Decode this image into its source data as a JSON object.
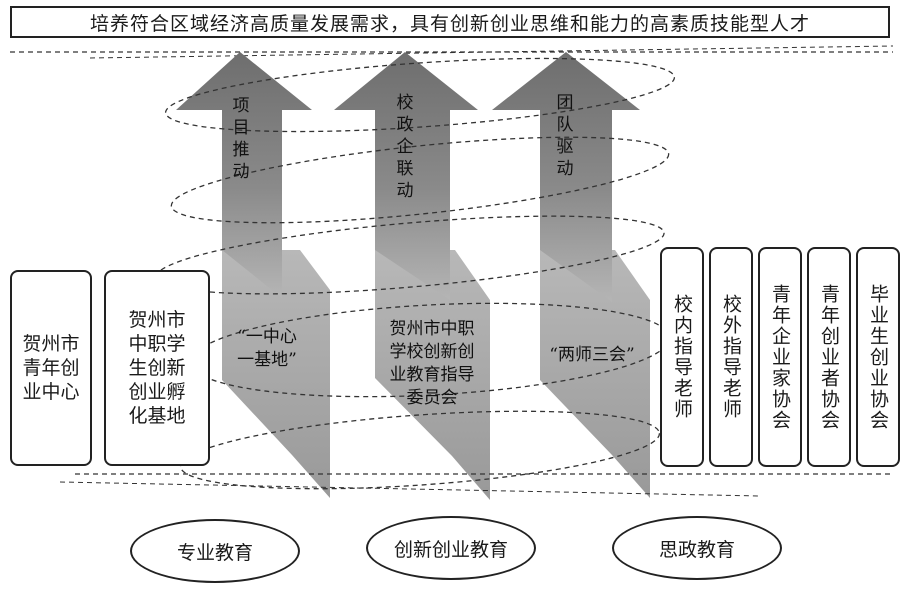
{
  "title": "培养符合区域经济高质量发展需求，具有创新创业思维和能力的高素质技能型人才",
  "arrows": [
    {
      "label": "项\n目\n推\n动"
    },
    {
      "label": "校\n政\n企\n联\n动"
    },
    {
      "label": "团\n队\n驱\n动"
    }
  ],
  "mid_labels": [
    {
      "text": "“一中心\n一基地”"
    },
    {
      "text": "贺州市中职\n学校创新创\n业教育指导\n委员会"
    },
    {
      "text": "“两师三会”"
    }
  ],
  "left_boxes": [
    {
      "text": "贺州市\n青年创\n业中心"
    },
    {
      "text": "贺州市\n中职学\n生创新\n创业孵\n化基地"
    }
  ],
  "right_boxes": [
    {
      "text": "校内指导老师"
    },
    {
      "text": "校外指导老师"
    },
    {
      "text": "青年企业家协会"
    },
    {
      "text": "青年创业者协会"
    },
    {
      "text": "毕业生创业协会"
    }
  ],
  "ovals": [
    {
      "text": "专业教育"
    },
    {
      "text": "创新创业教育"
    },
    {
      "text": "思政教育"
    }
  ]
}
